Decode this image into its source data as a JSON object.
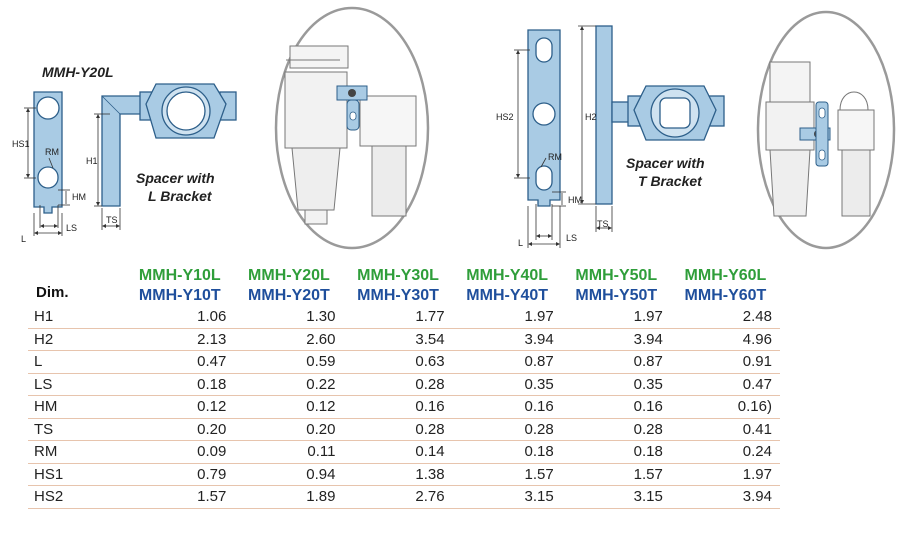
{
  "diagrams": {
    "left_model_label": "MMH-Y20L",
    "left_caption_line1": "Spacer with",
    "left_caption_line2": "L Bracket",
    "right_caption_line1": "Spacer with",
    "right_caption_line2": "T Bracket",
    "labels": {
      "hs1": "HS1",
      "rm": "RM",
      "h1": "H1",
      "hm": "HM",
      "ts": "TS",
      "l": "L",
      "ls": "LS",
      "hs2": "HS2",
      "h2": "H2"
    }
  },
  "colors": {
    "bracket_fill": "#a9cbe4",
    "bracket_stroke": "#2d5f8a",
    "l_model_green": "#2f9e3a",
    "t_model_blue": "#1f4f9c",
    "row_rule": "#e7c4ad"
  },
  "table": {
    "dim_header": "Dim.",
    "models": [
      {
        "l": "MMH-Y10L",
        "t": "MMH-Y10T"
      },
      {
        "l": "MMH-Y20L",
        "t": "MMH-Y20T"
      },
      {
        "l": "MMH-Y30L",
        "t": "MMH-Y30T"
      },
      {
        "l": "MMH-Y40L",
        "t": "MMH-Y40T"
      },
      {
        "l": "MMH-Y50L",
        "t": "MMH-Y50T"
      },
      {
        "l": "MMH-Y60L",
        "t": "MMH-Y60T"
      }
    ],
    "rows": [
      {
        "dim": "H1",
        "values": [
          "1.06",
          "1.30",
          "1.77",
          "1.97",
          "1.97",
          "2.48"
        ]
      },
      {
        "dim": "H2",
        "values": [
          "2.13",
          "2.60",
          "3.54",
          "3.94",
          "3.94",
          "4.96"
        ]
      },
      {
        "dim": "L",
        "values": [
          "0.47",
          "0.59",
          "0.63",
          "0.87",
          "0.87",
          "0.91"
        ]
      },
      {
        "dim": "LS",
        "values": [
          "0.18",
          "0.22",
          "0.28",
          "0.35",
          "0.35",
          "0.47"
        ]
      },
      {
        "dim": "HM",
        "values": [
          "0.12",
          "0.12",
          "0.16",
          "0.16",
          "0.16",
          "0.16)"
        ]
      },
      {
        "dim": "TS",
        "values": [
          "0.20",
          "0.20",
          "0.28",
          "0.28",
          "0.28",
          "0.41"
        ]
      },
      {
        "dim": "RM",
        "values": [
          "0.09",
          "0.11",
          "0.14",
          "0.18",
          "0.18",
          "0.24"
        ]
      },
      {
        "dim": "HS1",
        "values": [
          "0.79",
          "0.94",
          "1.38",
          "1.57",
          "1.57",
          "1.97"
        ]
      },
      {
        "dim": "HS2",
        "values": [
          "1.57",
          "1.89",
          "2.76",
          "3.15",
          "3.15",
          "3.94"
        ]
      }
    ]
  }
}
